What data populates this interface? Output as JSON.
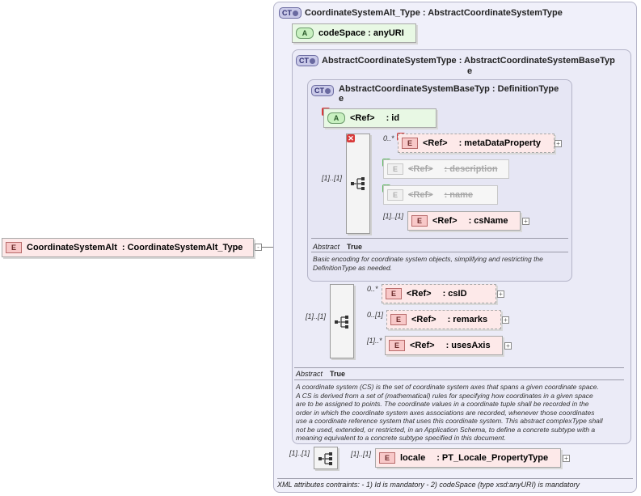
{
  "diagram": {
    "root_element": {
      "badge": "E",
      "name": "CoordinateSystemAlt",
      "type": ": CoordinateSystemAlt_Type"
    },
    "outer_ct": {
      "badge": "CT",
      "title": "CoordinateSystemAlt_Type",
      "base": ": AbstractCoordinateSystemType"
    },
    "codespace_attr": {
      "badge": "A",
      "name": "codeSpace",
      "type": ": anyURI"
    },
    "mid_ct": {
      "badge": "CT",
      "title": "AbstractCoordinateSystemType",
      "base": ": AbstractCoordinateSystemBaseTyp",
      "base_wrap": "e"
    },
    "inner_ct": {
      "badge": "CT",
      "title": "AbstractCoordinateSystemBaseTyp",
      "title_wrap": "e",
      "base": ": DefinitionType"
    },
    "id_attr": {
      "badge": "A",
      "ref": "<Ref>",
      "name": ": id"
    },
    "inner_seq_card": "[1]..[1]",
    "metadata": {
      "badge": "E",
      "ref": "<Ref>",
      "name": ": metaDataProperty",
      "card": "0..*"
    },
    "description": {
      "badge": "E",
      "ref": "<Ref>",
      "name": ": description"
    },
    "name_el": {
      "badge": "E",
      "ref": "<Ref>",
      "name": ": name"
    },
    "csname": {
      "badge": "E",
      "ref": "<Ref>",
      "name": ": csName",
      "card": "[1]..[1]"
    },
    "inner_abstract": {
      "label": "Abstract",
      "value": "True"
    },
    "inner_doc": [
      "Basic encoding for coordinate system objects, simplifying and restricting the",
      "DefinitionType as needed."
    ],
    "mid_seq_card": "[1]..[1]",
    "csid": {
      "badge": "E",
      "ref": "<Ref>",
      "name": ": csID",
      "card": "0..*"
    },
    "remarks": {
      "badge": "E",
      "ref": "<Ref>",
      "name": ": remarks",
      "card": "0..[1]"
    },
    "usesaxis": {
      "badge": "E",
      "ref": "<Ref>",
      "name": ": usesAxis",
      "card": "[1]..*"
    },
    "mid_abstract": {
      "label": "Abstract",
      "value": "True"
    },
    "mid_doc": [
      "A coordinate system (CS) is the set of coordinate system axes that spans a given coordinate space.",
      "A CS is derived from a set of (mathematical) rules for specifying how coordinates in a given space",
      "are to be assigned to points. The coordinate values in a coordinate tuple shall be recorded in the",
      "order in which the coordinate system axes associations are recorded, whenever those coordinates",
      "use a coordinate reference system that uses this coordinate system. This abstract complexType shall",
      "not be used, extended, or restricted, in an Application Schema, to define a concrete subtype with a",
      "meaning equivalent to a concrete subtype specified in this document."
    ],
    "outer_seq_card": "[1]..[1]",
    "locale": {
      "badge": "E",
      "name": "locale",
      "type": ": PT_Locale_PropertyType",
      "card": "[1]..[1]"
    },
    "footer": "XML attributes contraints: - 1) Id is mandatory - 2) codeSpace (type xsd:anyURI) is mandatory"
  },
  "icons": [
    "sequence-icon",
    "expander-plus-icon",
    "prohibited-x-icon",
    "added-plus-icon"
  ]
}
